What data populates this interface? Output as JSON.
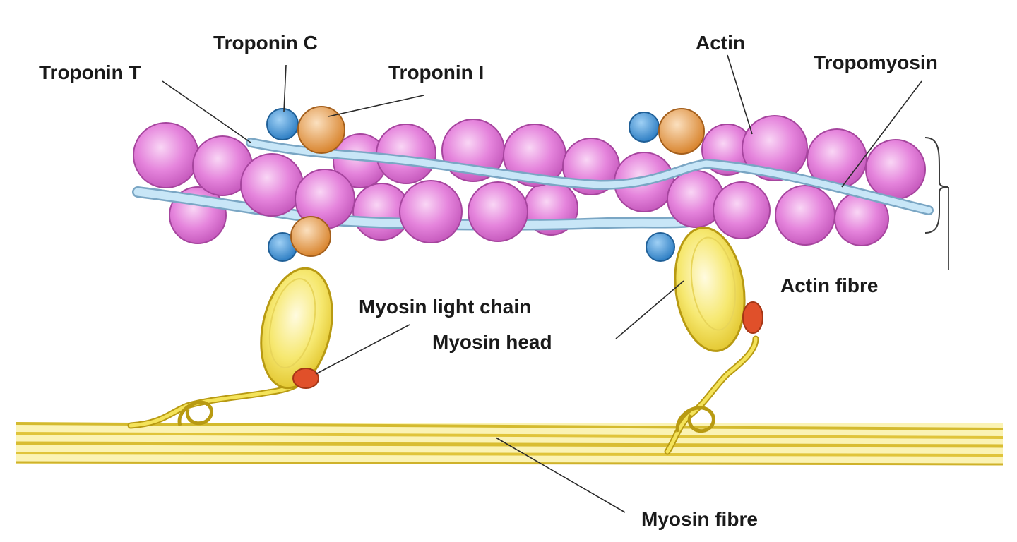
{
  "labels": {
    "troponin_c": "Troponin C",
    "troponin_t": "Troponin T",
    "troponin_i": "Troponin I",
    "actin": "Actin",
    "tropomyosin": "Tropomyosin",
    "actin_fibre": "Actin fibre",
    "myosin_light_chain": "Myosin light chain",
    "myosin_head": "Myosin head",
    "myosin_fibre": "Myosin fibre"
  },
  "colors": {
    "actin": "#e27fd9",
    "actin_dark": "#a63c9d",
    "actin_light": "#f8d2f3",
    "tropomyosin": "#bfe1f5",
    "tropomyosin_edge": "#7aa6c4",
    "troponin_c": "#3b8fd6",
    "troponin_i": "#e39a4a",
    "myosin": "#f4e35a",
    "myosin_edge": "#b89a12",
    "light_chain": "#e0502a"
  }
}
